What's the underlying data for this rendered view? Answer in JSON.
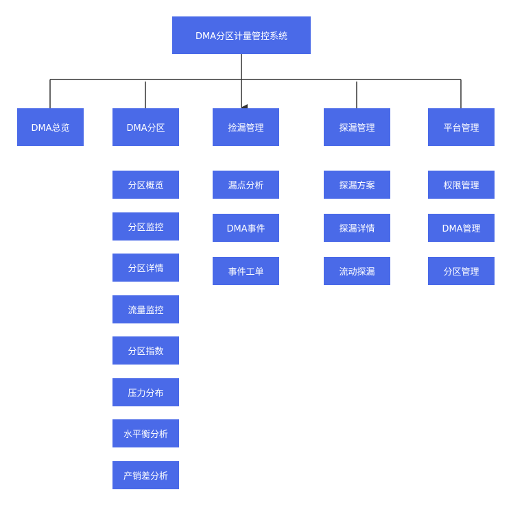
{
  "root": {
    "label": "DMA分区计量管控系统"
  },
  "categories": [
    {
      "label": "DMA总览",
      "children": []
    },
    {
      "label": "DMA分区",
      "children": [
        "分区概览",
        "分区监控",
        "分区详情",
        "流量监控",
        "分区指数",
        "压力分布",
        "水平衡分析",
        "产销差分析"
      ]
    },
    {
      "label": "捡漏管理",
      "children": [
        "漏点分析",
        "DMA事件",
        "事件工单"
      ]
    },
    {
      "label": "探漏管理",
      "children": [
        "探漏方案",
        "探漏详情",
        "流动探漏"
      ]
    },
    {
      "label": "平台管理",
      "children": [
        "权限管理",
        "DMA管理",
        "分区管理"
      ]
    }
  ],
  "colors": {
    "node_fill": "#4a6ae8",
    "node_text": "#ffffff",
    "connector": "#333333"
  }
}
